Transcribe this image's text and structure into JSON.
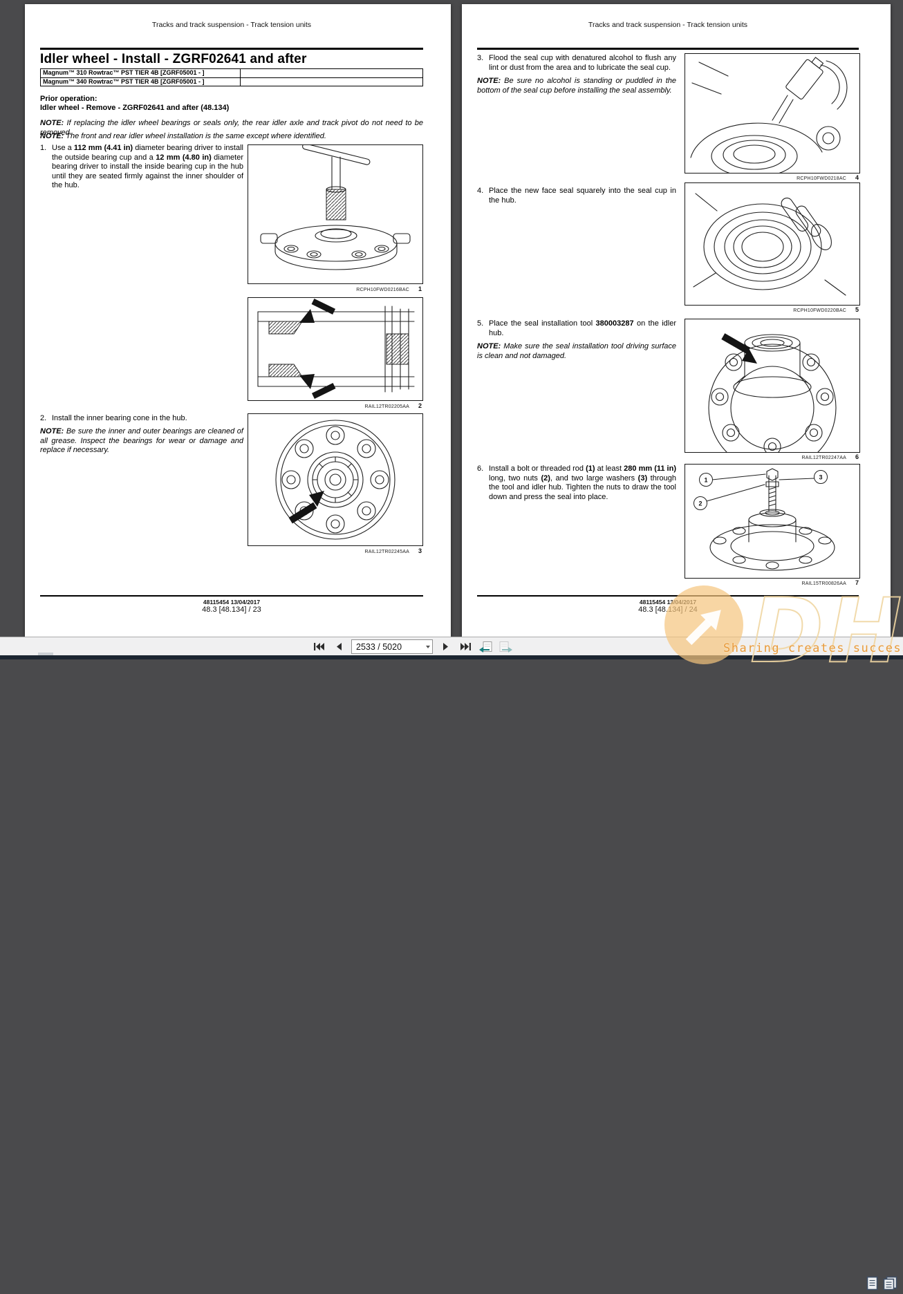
{
  "viewer": {
    "toolbar": {
      "page_indicator": "2533 / 5020"
    },
    "watermark": {
      "brand": "DHT",
      "slogan": "Sharing creates success",
      "circle_color": "#f5c57d",
      "outline_color": "#f0d6a2",
      "slogan_color": "#e89a3c"
    }
  },
  "page_left": {
    "header": "Tracks and track suspension - Track tension units",
    "title": "Idler wheel - Install - ZGRF02641 and after",
    "model_rows": [
      "Magnum™ 310 Rowtrac™ PST TIER 4B [ZGRF05001 - ]",
      "Magnum™ 340 Rowtrac™ PST TIER 4B [ZGRF05001 - ]"
    ],
    "prior_label": "Prior operation:",
    "prior_text": "Idler wheel - Remove - ZGRF02641 and after (48.134)",
    "notes": {
      "replace": {
        "label": "NOTE:",
        "text": " If replacing the idler wheel bearings or seals only, the rear idler axle and track pivot do not need to be removed."
      },
      "same": {
        "label": "NOTE:",
        "text": " The front and rear idler wheel installation is the same except where identified."
      },
      "grease": {
        "label": "NOTE:",
        "text": " Be sure the inner and outer bearings are cleaned of all grease. Inspect the bearings for wear or damage and replace if necessary."
      }
    },
    "steps": {
      "s1": {
        "num": "1.",
        "segments": [
          {
            "t": "Use a "
          },
          {
            "t": "112 mm (4.41 in)",
            "b": true
          },
          {
            "t": " diameter bearing driver to install the outside bearing cup and a "
          },
          {
            "t": "12 mm (4.80 in)",
            "b": true
          },
          {
            "t": " diameter bearing driver to install the inside bearing cup in the hub until they are seated firmly against the inner shoulder of the hub."
          }
        ]
      },
      "s2": {
        "num": "2.",
        "segments": [
          {
            "t": "Install the inner bearing cone in the hub."
          }
        ]
      }
    },
    "figures": {
      "f1": {
        "code": "RCPH10FWD0216BAC",
        "num": "1"
      },
      "f2": {
        "code": "RAIL12TR02205AA",
        "num": "2"
      },
      "f3": {
        "code": "RAIL12TR02245AA",
        "num": "3"
      }
    },
    "footer": {
      "line1": "48115454 13/04/2017",
      "line2": "48.3 [48.134] / 23"
    }
  },
  "page_right": {
    "header": "Tracks and track suspension - Track tension units",
    "notes": {
      "alcohol": {
        "label": "NOTE:",
        "text": " Be sure no alcohol is standing or puddled in the bottom of the seal cup before installing the seal assembly."
      },
      "surface": {
        "label": "NOTE:",
        "text": " Make sure the seal installation tool driving surface is clean and not damaged."
      }
    },
    "steps": {
      "s3": {
        "num": "3.",
        "segments": [
          {
            "t": "Flood the seal cup with denatured alcohol to flush any lint or dust from the area and to lubricate the seal cup."
          }
        ]
      },
      "s4": {
        "num": "4.",
        "segments": [
          {
            "t": "Place the new face seal squarely into the seal cup in the hub."
          }
        ]
      },
      "s5": {
        "num": "5.",
        "segments": [
          {
            "t": "Place the seal installation tool "
          },
          {
            "t": "380003287",
            "b": true
          },
          {
            "t": " on the idler hub."
          }
        ]
      },
      "s6": {
        "num": "6.",
        "segments": [
          {
            "t": "Install a bolt or threaded rod "
          },
          {
            "t": "(1)",
            "b": true
          },
          {
            "t": " at least "
          },
          {
            "t": "280 mm (11 in)",
            "b": true
          },
          {
            "t": " long, two nuts "
          },
          {
            "t": "(2)",
            "b": true
          },
          {
            "t": ", and two large washers "
          },
          {
            "t": "(3)",
            "b": true
          },
          {
            "t": " through the tool and idler hub. Tighten the nuts to draw the tool down and press the seal into place."
          }
        ]
      }
    },
    "figures": {
      "f4": {
        "code": "RCPH10FWD0218AC",
        "num": "4"
      },
      "f5": {
        "code": "RCPH10FWD0220BAC",
        "num": "5"
      },
      "f6": {
        "code": "RAIL12TR02247AA",
        "num": "6"
      },
      "f7": {
        "code": "RAIL15TR00826AA",
        "num": "7",
        "callouts": [
          "1",
          "2",
          "3"
        ]
      }
    },
    "footer": {
      "line1": "48115454 13/04/2017",
      "line2": "48.3 [48.134] / 24"
    }
  }
}
